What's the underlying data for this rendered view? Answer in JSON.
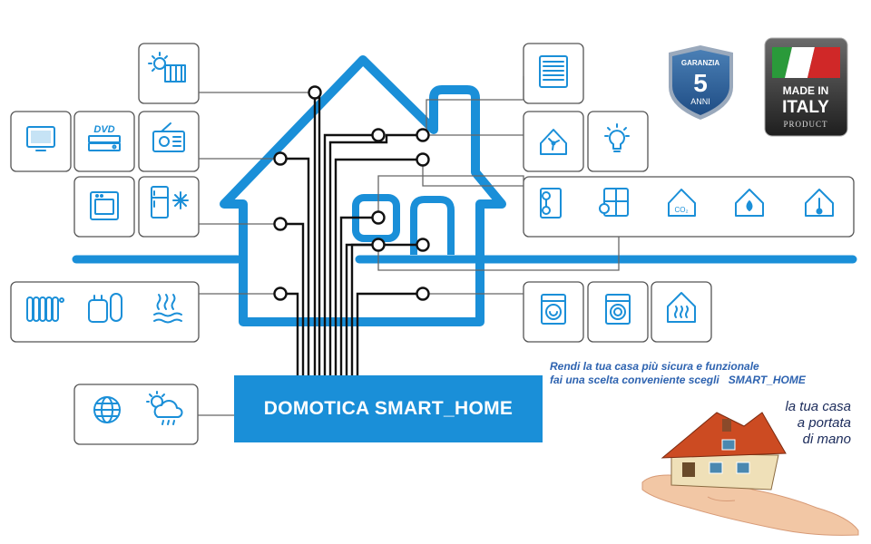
{
  "main_label": "DOMOTICA SMART_HOME",
  "slogan": {
    "line1": "Rendi la tua casa più sicura e funzionale",
    "line2": "fai una scelta conveniente scegli",
    "brand": "SMART_HOME"
  },
  "tagline": [
    "la tua casa",
    "a portata",
    "di mano"
  ],
  "warranty": {
    "top": "GARANZIA",
    "number": "5",
    "bottom": "ANNI"
  },
  "made_in_italy": {
    "line1": "MADE IN",
    "line2": "ITALY",
    "line3": "PRODUCT"
  },
  "icons": {
    "tv": "tv-icon",
    "dvd": "dvd-player-icon",
    "radio": "radio-icon",
    "oven": "oven-icon",
    "fridge": "fridge-icon",
    "radiator": "radiator-icon",
    "boiler": "boiler-icon",
    "floor_heating": "floor-heating-icon",
    "globe": "globe-icon",
    "weather": "weather-icon",
    "solar": "solar-panel-icon",
    "shutter": "shutter-icon",
    "house_fan": "house-fan-icon",
    "light": "light-bulb-icon",
    "door_sensor": "door-sensor-icon",
    "window_sensor": "window-sensor-icon",
    "co2": "co2-sensor-icon",
    "water_leak": "water-leak-icon",
    "thermometer": "thermometer-icon",
    "washer": "washing-machine-icon",
    "dryer": "dryer-icon",
    "heated_house": "heated-house-icon"
  },
  "colors": {
    "accent": "#1a8fd8",
    "box_border": "#555555",
    "icon": "#1a8fd8",
    "slogan": "#2e63b0"
  }
}
